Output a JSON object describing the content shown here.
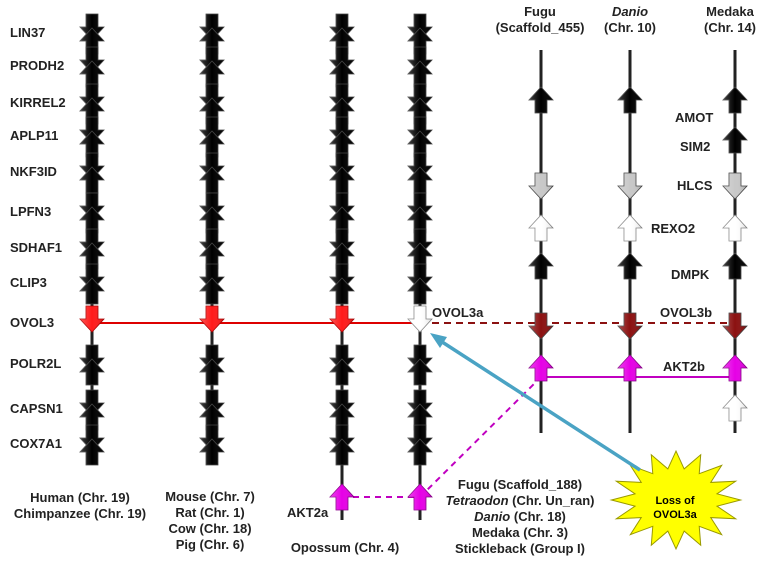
{
  "colors": {
    "black_gene": "#000000",
    "ovol3_mammal": "#ff1a1a",
    "ovol3_fish": "#8b1111",
    "akt2": "#e600e6",
    "lost_gene": "#ffffff",
    "grey_gene": "#c8c8c8",
    "synteny_line": "#dd0000",
    "akt2_link": "#c000c0",
    "loss_arrow": "#4aa3c4",
    "burst": "#ffff00"
  },
  "mammal_genes": [
    "LIN37",
    "PRODH2",
    "KIRREL2",
    "APLP11",
    "NKF3ID",
    "LPFN3",
    "SDHAF1",
    "CLIP3",
    "OVOL3",
    "POLR2L",
    "CAPSN1",
    "COX7A1"
  ],
  "labels": {
    "akt2a": "AKT2a",
    "ovol3a": "OVOL3a",
    "ovol3b": "OVOL3b",
    "akt2b": "AKT2b",
    "amot": "AMOT",
    "sim2": "SIM2",
    "hlcs": "HLCS",
    "rexo2": "REXO2",
    "dmpk": "DMPK"
  },
  "species": {
    "human": [
      "Human (Chr. 19)",
      "Chimpanzee (Chr. 19)"
    ],
    "mouse": [
      "Mouse (Chr. 7)",
      "Rat (Chr. 1)",
      "Cow (Chr. 18)",
      "Pig (Chr. 6)"
    ],
    "opossum": "Opossum (Chr. 4)",
    "fish_group": [
      {
        "text": "Fugu (Scaffold_188)",
        "italic": false
      },
      {
        "text": "Tetraodon (Chr. Un_ran)",
        "italic_part": "Tetraodon",
        "rest": " (Chr. Un_ran)"
      },
      {
        "text": "Danio (Chr. 18)",
        "italic_part": "Danio",
        "rest": " (Chr. 18)"
      },
      {
        "text": "Medaka (Chr. 3)",
        "italic": false
      },
      {
        "text": "Stickleback (Group I)",
        "italic": false
      }
    ]
  },
  "fish_headers": {
    "fugu": [
      "Fugu",
      "(Scaffold_455)"
    ],
    "danio_name": "Danio",
    "danio_chr": "(Chr. 10)",
    "medaka": [
      "Medaka",
      "(Chr. 14)"
    ]
  },
  "callout": [
    "Loss of",
    "OVOL3a"
  ]
}
